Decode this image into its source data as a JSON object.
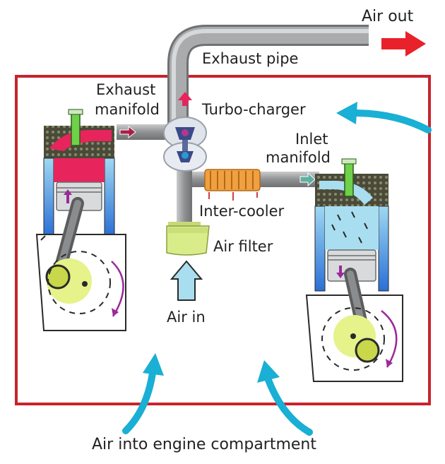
{
  "labels": {
    "air_out": "Air out",
    "exhaust_pipe": "Exhaust pipe",
    "exhaust_manifold_line1": "Exhaust",
    "exhaust_manifold_line2": "manifold",
    "turbo_charger": "Turbo-charger",
    "inlet_manifold_line1": "Inlet",
    "inlet_manifold_line2": "manifold",
    "inter_cooler": "Inter-cooler",
    "air_filter": "Air filter",
    "air_in": "Air in",
    "air_into_engine_compartment": "Air into engine compartment"
  },
  "colors": {
    "compartment_border": "#c8232c",
    "air_out_arrow": "#e8212a",
    "airflow_arrow": "#1aafd4",
    "pipe": "#9a9c9e",
    "exhaust_gas": "#e8245c",
    "intake_air": "#a9def0",
    "coolant": "#2f6fd0",
    "air_filter": "#d8ec8a",
    "intercooler": "#f0a040",
    "valve_stem": "#6fd14a",
    "crank_rotation": "#9a2a9a"
  },
  "icons": {
    "air_out_arrow": "arrow-right-icon",
    "air_in_arrow": "arrow-up-icon",
    "airflow_arrows": "curved-arrow-icon"
  }
}
